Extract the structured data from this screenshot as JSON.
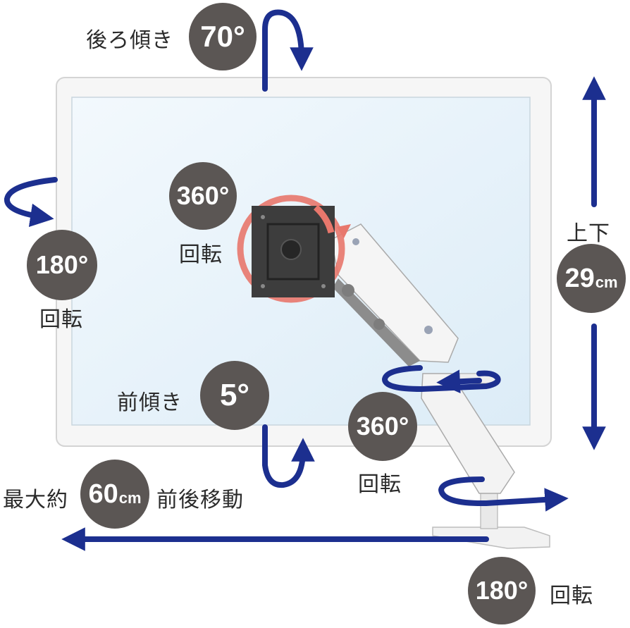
{
  "colors": {
    "arrow": "#1c2f8f",
    "badge": "#5b5654",
    "ring": "#e8776c",
    "screen": "#e9f4fb"
  },
  "annotations": {
    "back_tilt": {
      "label": "後ろ傾き",
      "value": "70°"
    },
    "vesa_rotation": {
      "value": "360°",
      "label": "回転"
    },
    "left_rotation": {
      "value": "180°",
      "label": "回転"
    },
    "vertical": {
      "label": "上下",
      "value": "29",
      "unit": "cm"
    },
    "forward_tilt": {
      "label": "前傾き",
      "value": "5°"
    },
    "arm_rotation": {
      "value": "360°",
      "label": "回転"
    },
    "depth": {
      "prefix": "最大約",
      "value": "60",
      "unit": "cm",
      "suffix": "前後移動"
    },
    "base_rotation": {
      "value": "180°",
      "label": "回転"
    }
  }
}
